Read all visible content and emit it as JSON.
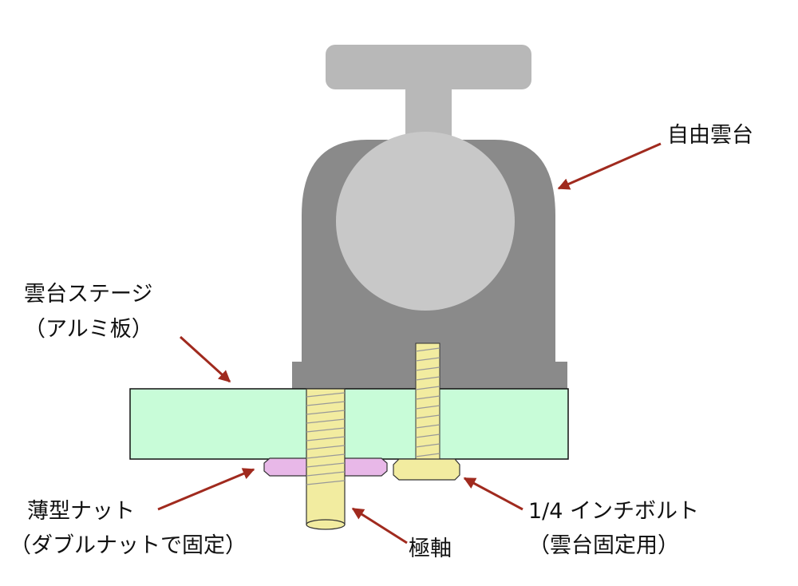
{
  "labels": {
    "pan_head": "自由雲台",
    "stage_line1": "雲台ステージ",
    "stage_line2": "（アルミ板）",
    "thin_nut_line1": "薄型ナット",
    "thin_nut_line2": "（ダブルナットで固定）",
    "polar_axis": "極軸",
    "bolt_line1": "1/4 インチボルト",
    "bolt_line2": "（雲台固定用）"
  },
  "colors": {
    "head_body": "#8a8a8a",
    "ball": "#c8c8c8",
    "knob": "#b8b8b8",
    "aluminum_plate": "#c8fcd8",
    "thread": "#f2eca0",
    "nut": "#e8b8e8",
    "arrow": "#a02a1e"
  }
}
